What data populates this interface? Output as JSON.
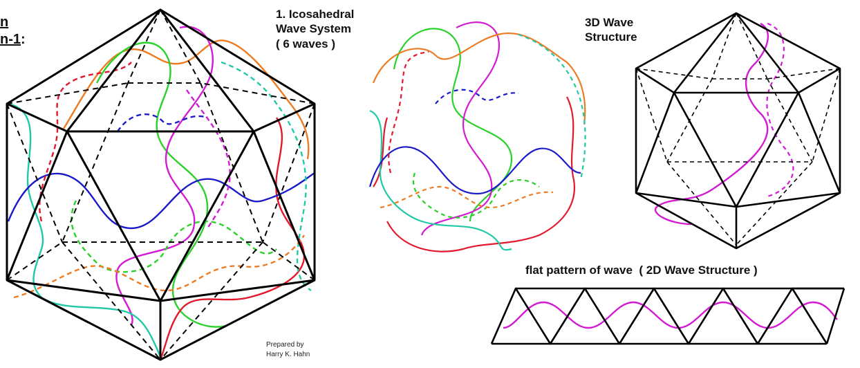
{
  "corner_label": {
    "line1": "n",
    "line2": "n-1",
    "line2_suffix": ":"
  },
  "title": {
    "line1": "1. Icosahedral",
    "line2": "Wave System",
    "line3": "( 6 waves )"
  },
  "structure_label": {
    "line1": "3D Wave",
    "line2": "Structure"
  },
  "flat_label": "flat pattern of wave  ( 2D Wave Structure )",
  "credit": {
    "line1": "Prepared by",
    "line2": "Harry K. Hahn"
  },
  "colors": {
    "edge": "#000000",
    "magenta": "#d21bd2",
    "green": "#2bd12b",
    "orange": "#ee7b22",
    "red": "#e3182c",
    "teal": "#1fc9a6",
    "blue": "#1a1ac8"
  }
}
